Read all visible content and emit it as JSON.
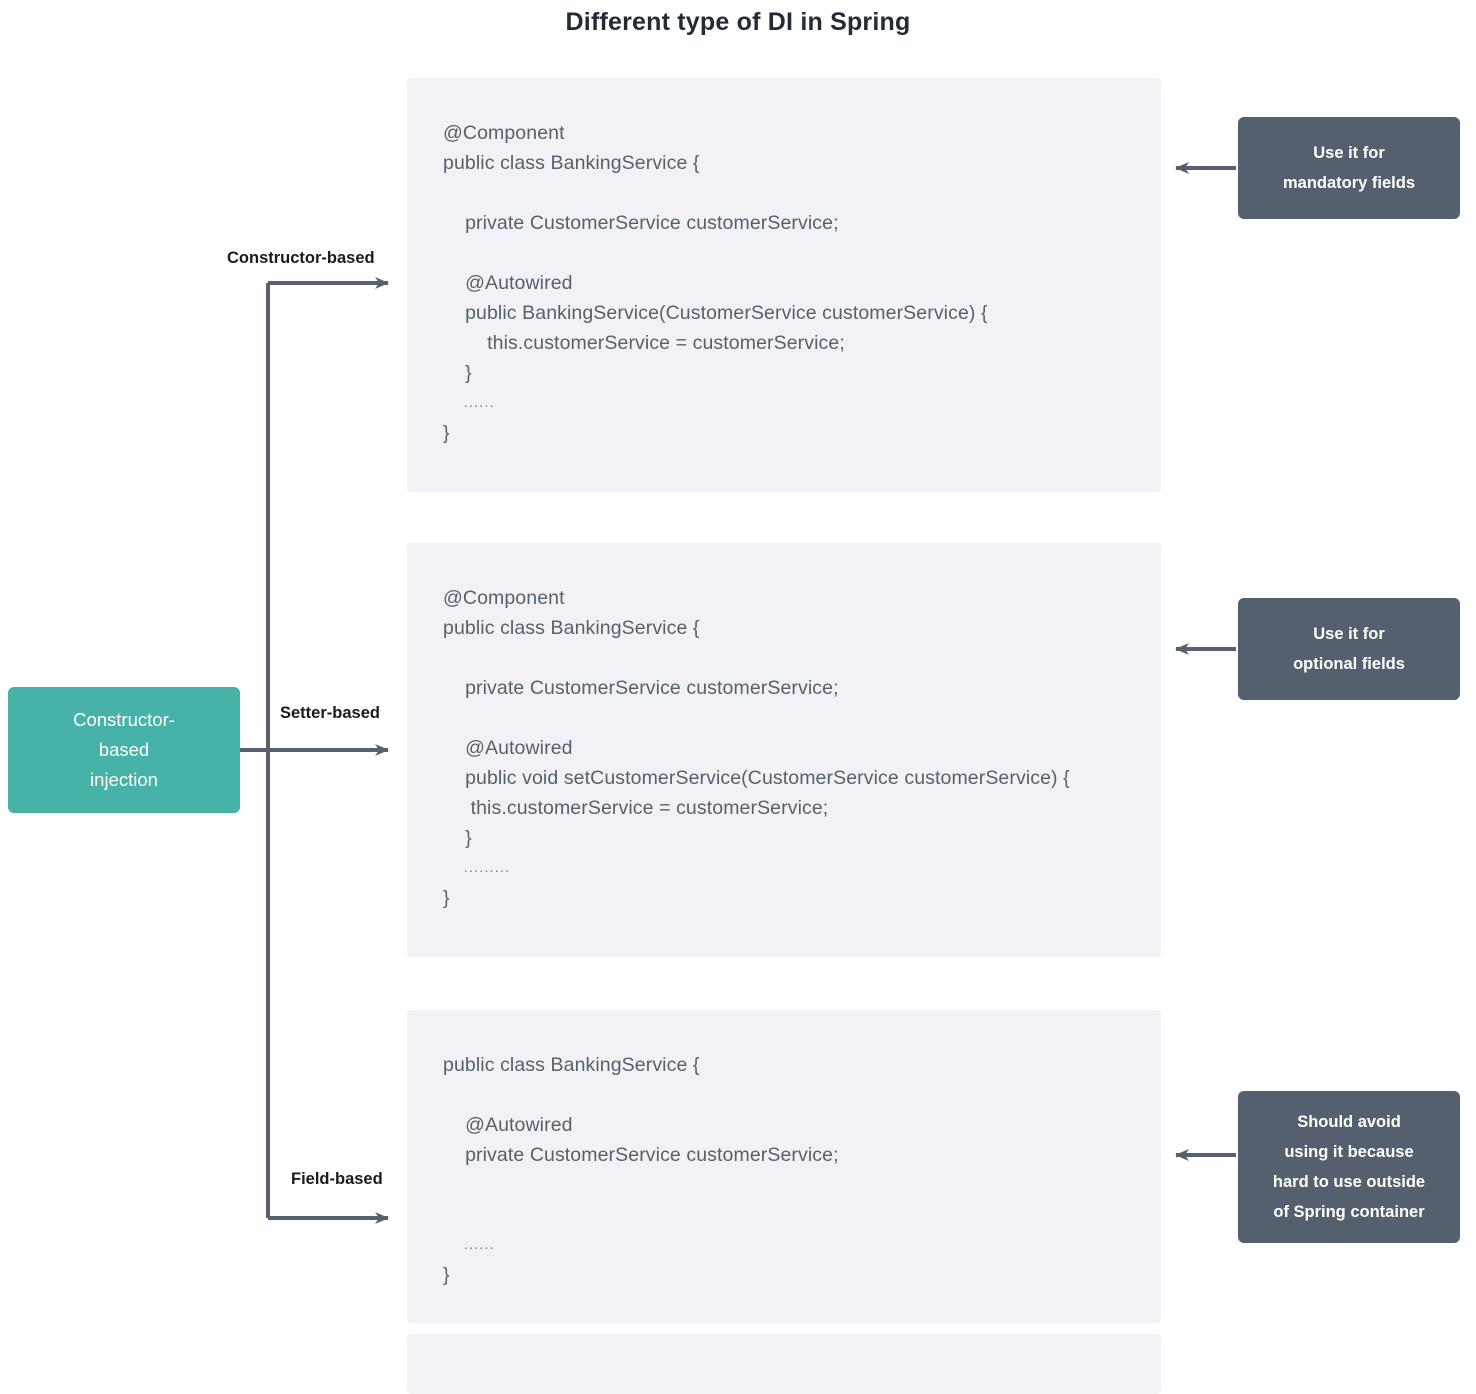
{
  "title": "Different type of DI in Spring",
  "colors": {
    "accent_green": "#47b3a8",
    "note_slate": "#54606d",
    "code_bg": "#f2f2f6",
    "code_text": "#56606e",
    "edge_stroke": "#56606e",
    "page_bg": "#ffffff"
  },
  "source_node": {
    "lines": [
      "Constructor-",
      "based",
      "injection"
    ]
  },
  "edge_labels": {
    "constructor": "Constructor-based",
    "setter": "Setter-based",
    "field": "Field-based"
  },
  "code_blocks": [
    {
      "id": "constructor-injection-code",
      "lines": [
        "@Component",
        "public class BankingService {",
        "",
        "    private CustomerService customerService;",
        "",
        "    @Autowired",
        "    public BankingService(CustomerService customerService) {",
        "        this.customerService = customerService;",
        "    }",
        "    ......",
        "}"
      ]
    },
    {
      "id": "setter-injection-code",
      "lines": [
        "@Component",
        "public class BankingService {",
        "",
        "    private CustomerService customerService;",
        "",
        "    @Autowired",
        "    public void setCustomerService(CustomerService customerService) {",
        "     this.customerService = customerService;",
        "    }",
        "    .........",
        "}"
      ]
    },
    {
      "id": "field-injection-code",
      "lines": [
        "public class BankingService {",
        "",
        "    @Autowired",
        "    private CustomerService customerService;",
        "",
        "",
        "    ......",
        "}"
      ]
    }
  ],
  "notes": [
    {
      "id": "note-mandatory",
      "lines": [
        "Use it for",
        "mandatory fields"
      ]
    },
    {
      "id": "note-optional",
      "lines": [
        "Use it for",
        "optional fields"
      ]
    },
    {
      "id": "note-avoid",
      "lines": [
        "Should avoid",
        "using it because",
        "hard to use outside",
        "of Spring container"
      ]
    }
  ]
}
